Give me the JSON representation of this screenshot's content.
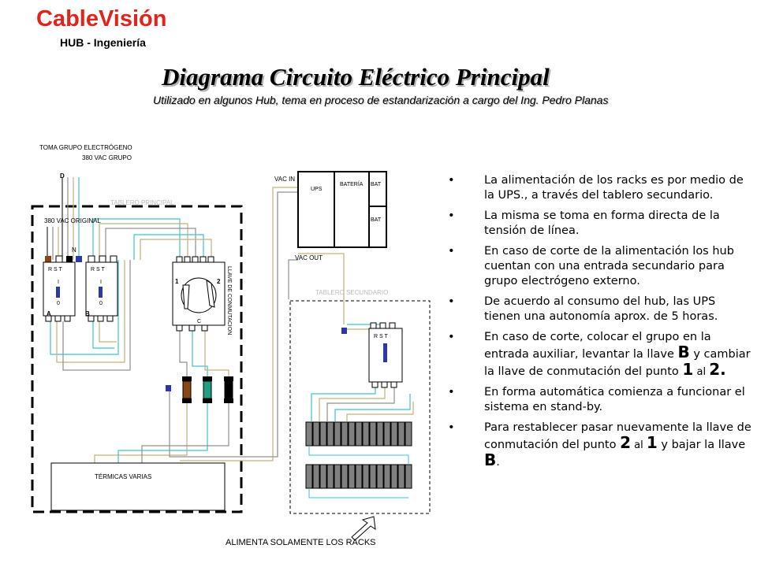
{
  "header": {
    "brand": "CableVisión",
    "subtitle": "HUB - Ingeniería"
  },
  "title": "Diagrama Circuito Eléctrico Principal",
  "subtitle": "Utilizado en algunos Hub, tema en proceso de estandarización a cargo del Ing. Pedro Planas",
  "diagram": {
    "toma_grupo": "TOMA GRUPO ELECTRÓGENO",
    "vac_grupo": "380 VAC  GRUPO",
    "label_d": "D",
    "label_n": "N",
    "tablero_principal": "TABLERO PRINCIPAL",
    "vac_original": "380 VAC  ORIGINAL",
    "breaker_phases": "R  S  T",
    "breaker_on": "I",
    "breaker_off": "0",
    "label_a": "A",
    "label_b": "B",
    "switch_pos1": "1",
    "switch_pos2": "2",
    "label_c": "C",
    "llave_conmutacion": "LLAVE DE CONMUTACION",
    "vac_in": "VAC IN",
    "ups": "UPS",
    "bateria": "BATERÍA",
    "bat1": "BAT",
    "bat2": "BAT",
    "vac_out": "VAC OUT",
    "tablero_secundario": "TABLERO SECUNDARIO",
    "termicas": "TÉRMICAS VARIAS",
    "alimenta": "ALIMENTA  SOLAMENTE  LOS RACKS"
  },
  "bullets": {
    "b1": "La alimentación de los racks es por medio de la UPS., a través del tablero secundario.",
    "b2": "La misma se toma en forma directa de la tensión de línea.",
    "b3": "En caso de corte de la alimentación los hub cuentan con una entrada secundario para grupo electrógeno externo.",
    "b4": "De acuerdo al consumo del hub, las UPS tienen una autonomía aprox. de 5 horas.",
    "b5_a": "En caso de corte, colocar el grupo en la entrada auxiliar, levantar la llave ",
    "b5_b": "B",
    "b5_c": " y cambiar la llave de conmutación del punto ",
    "b5_d": "1",
    "b5_e": " al ",
    "b5_f": "2.",
    "b6": "En forma automática comienza a funcionar el sistema en stand-by.",
    "b7_a": "Para restablecer pasar nuevamente la llave de conmutación del punto ",
    "b7_b": "2",
    "b7_c": " al ",
    "b7_d": "1",
    "b7_e": " y bajar la llave ",
    "b7_f": "B",
    "b7_g": "."
  },
  "colors": {
    "brand": "#e2231a",
    "wire_cyan": "#40c0d0",
    "wire_tan": "#c8b078",
    "wire_gray": "#909090",
    "wire_dark": "#303030",
    "blue_node": "#2a38a8",
    "fuse_brown": "#8b4513",
    "fuse_green": "#20a080"
  }
}
